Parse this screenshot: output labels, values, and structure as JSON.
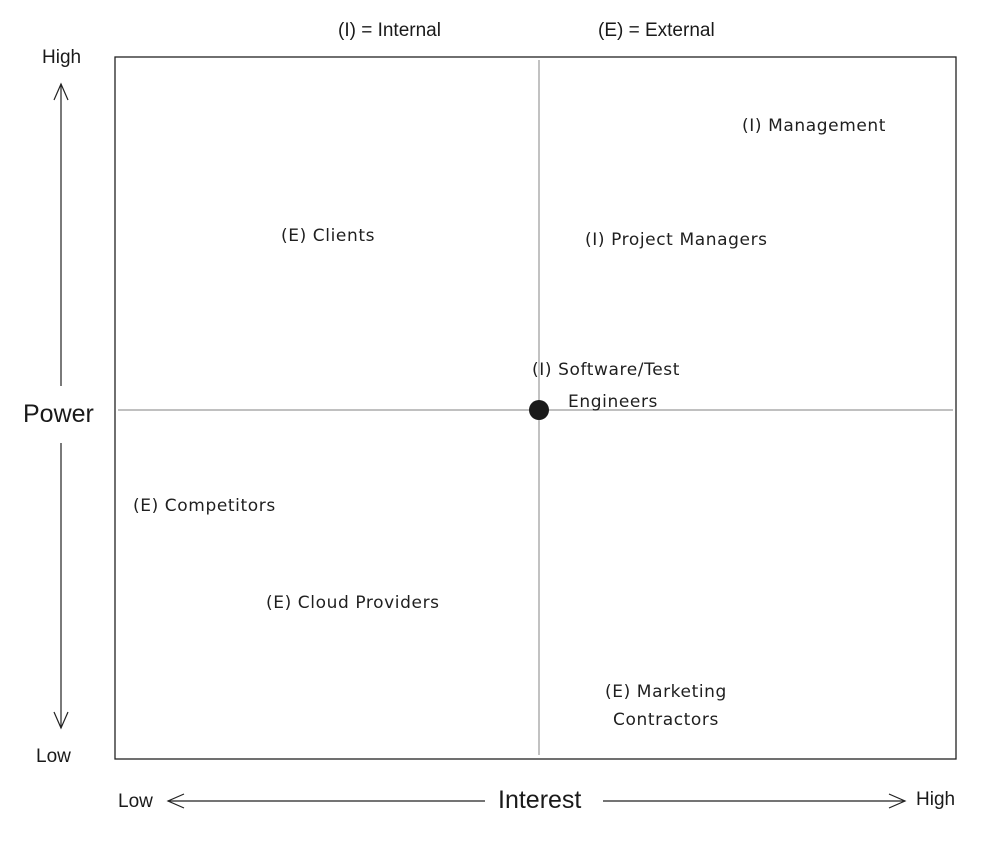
{
  "legend": {
    "internal": "(I) = Internal",
    "external": "(E) = External"
  },
  "axes": {
    "y_title": "Power",
    "y_high": "High",
    "y_low": "Low",
    "x_title": "Interest",
    "x_low": "Low",
    "x_high": "High"
  },
  "stakeholders": [
    {
      "label": "(I) Management"
    },
    {
      "label": "(E) Clients"
    },
    {
      "label": "(I) Project Managers"
    },
    {
      "label_line1": "(I) Software/Test",
      "label_line2": "Engineers"
    },
    {
      "label": "(E) Competitors"
    },
    {
      "label": "(E) Cloud Providers"
    },
    {
      "label_line1": "(E) Marketing",
      "label_line2": "Contractors"
    }
  ],
  "colors": {
    "line": "#222222",
    "divider": "#9a9a9a",
    "dot": "#1a1a1a"
  }
}
